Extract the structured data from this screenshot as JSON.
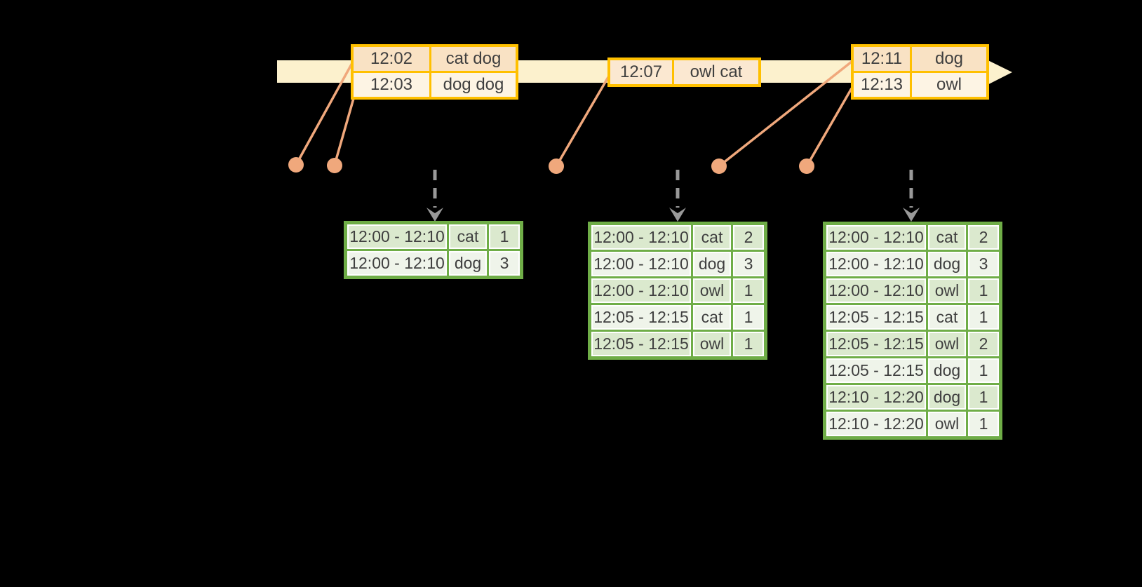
{
  "colors": {
    "background": "#000000",
    "text": "#3f3f3f",
    "timeline_fill": "#fcf1cd",
    "event_border": "#ffc000",
    "event_row_dark": "#f9e2c4",
    "event_row_light": "#fdf4e4",
    "event_row_mid": "#fbe8d1",
    "salmon": "#f0a87c",
    "arrow_gray": "#999999",
    "result_border": "#6fad47",
    "result_row_dark": "#dbe9ce",
    "result_row_light": "#eff4ea"
  },
  "event_tables": [
    {
      "rows": [
        {
          "time": "12:02",
          "words": "cat dog"
        },
        {
          "time": "12:03",
          "words": "dog dog"
        }
      ]
    },
    {
      "rows": [
        {
          "time": "12:07",
          "words": "owl cat"
        }
      ]
    },
    {
      "rows": [
        {
          "time": "12:11",
          "words": "dog"
        },
        {
          "time": "12:13",
          "words": "owl"
        }
      ]
    }
  ],
  "result_tables": [
    {
      "rows": [
        {
          "window": "12:00 - 12:10",
          "word": "cat",
          "count": "1"
        },
        {
          "window": "12:00 - 12:10",
          "word": "dog",
          "count": "3"
        }
      ]
    },
    {
      "rows": [
        {
          "window": "12:00 - 12:10",
          "word": "cat",
          "count": "2"
        },
        {
          "window": "12:00 - 12:10",
          "word": "dog",
          "count": "3"
        },
        {
          "window": "12:00 - 12:10",
          "word": "owl",
          "count": "1"
        },
        {
          "window": "12:05 - 12:15",
          "word": "cat",
          "count": "1"
        },
        {
          "window": "12:05 - 12:15",
          "word": "owl",
          "count": "1"
        }
      ]
    },
    {
      "rows": [
        {
          "window": "12:00 - 12:10",
          "word": "cat",
          "count": "2"
        },
        {
          "window": "12:00 - 12:10",
          "word": "dog",
          "count": "3"
        },
        {
          "window": "12:00 - 12:10",
          "word": "owl",
          "count": "1"
        },
        {
          "window": "12:05 - 12:15",
          "word": "cat",
          "count": "1"
        },
        {
          "window": "12:05 - 12:15",
          "word": "owl",
          "count": "2"
        },
        {
          "window": "12:05 - 12:15",
          "word": "dog",
          "count": "1"
        },
        {
          "window": "12:10 - 12:20",
          "word": "dog",
          "count": "1"
        },
        {
          "window": "12:10 - 12:20",
          "word": "owl",
          "count": "1"
        }
      ]
    }
  ]
}
